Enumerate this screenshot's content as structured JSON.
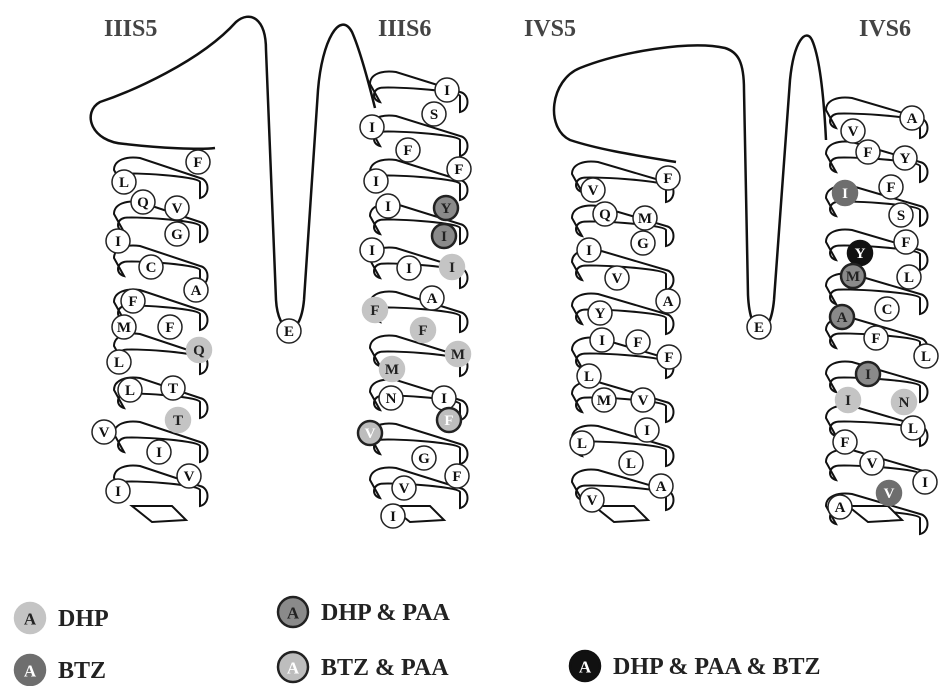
{
  "segments": [
    {
      "title": "IIIS5",
      "residues": [
        "F",
        "L",
        "Q",
        "V",
        "I",
        "G",
        "C",
        "A",
        "F",
        "M",
        "F",
        "L",
        "Q",
        "L",
        "T",
        "T",
        "V",
        "I",
        "V",
        "I"
      ]
    },
    {
      "title": "IIIS6",
      "residues": [
        "I",
        "S",
        "I",
        "F",
        "I",
        "F",
        "I",
        "Y",
        "I",
        "I",
        "I",
        "I",
        "A",
        "F",
        "F",
        "M",
        "M",
        "N",
        "I",
        "V",
        "F",
        "G",
        "V",
        "F",
        "I"
      ]
    },
    {
      "title": "IVS5",
      "residues": [
        "F",
        "V",
        "Q",
        "M",
        "I",
        "G",
        "V",
        "Y",
        "A",
        "I",
        "F",
        "F",
        "L",
        "M",
        "V",
        "I",
        "L",
        "L",
        "V",
        "A"
      ]
    },
    {
      "title": "IVS6",
      "residues": [
        "A",
        "V",
        "F",
        "Y",
        "I",
        "F",
        "S",
        "Y",
        "F",
        "M",
        "L",
        "C",
        "A",
        "F",
        "L",
        "I",
        "I",
        "N",
        "L",
        "F",
        "V",
        "V",
        "I",
        "A"
      ]
    }
  ],
  "loop_residues": {
    "iii": "E",
    "iv": "E"
  },
  "highlights": {
    "IIIS5": {
      "Q": "dhp",
      "T2": "dhp"
    },
    "IIIS6": {
      "Y": "dhp_paa",
      "I_bold": "dhp_paa",
      "I_light": "dhp",
      "F1": "dhp",
      "F2": "dhp",
      "M1": "dhp",
      "M2": "dhp",
      "V": "btz_paa",
      "F3": "btz_paa"
    },
    "IVS6": {
      "I1": "btz",
      "Y": "all",
      "M": "dhp_paa",
      "A1": "dhp_paa",
      "I2": "dhp_paa",
      "I3": "dhp",
      "N": "dhp",
      "V2": "btz"
    }
  },
  "legend": [
    {
      "symbol": "A",
      "label": "DHP",
      "style": "dhp"
    },
    {
      "symbol": "A",
      "label": "DHP & PAA",
      "style": "dhp_paa"
    },
    {
      "symbol": "A",
      "label": "BTZ",
      "style": "btz"
    },
    {
      "symbol": "A",
      "label": "BTZ & PAA",
      "style": "btz_paa"
    },
    {
      "symbol": "A",
      "label": "DHP & PAA & BTZ",
      "style": "all"
    }
  ],
  "styles": {
    "none": {
      "fill": "#ffffff",
      "stroke": "#222222",
      "text": "#111111"
    },
    "dhp": {
      "fill": "#c4c4c4",
      "stroke": "#c4c4c4",
      "text": "#222222"
    },
    "dhp_paa": {
      "fill": "#8a8a8a",
      "stroke": "#222222",
      "text": "#222222"
    },
    "btz": {
      "fill": "#6e6e6e",
      "stroke": "#6e6e6e",
      "text": "#ffffff"
    },
    "btz_paa": {
      "fill": "#bdbdbd",
      "stroke": "#222222",
      "text": "#ffffff"
    },
    "all": {
      "fill": "#111111",
      "stroke": "#111111",
      "text": "#ffffff"
    }
  }
}
